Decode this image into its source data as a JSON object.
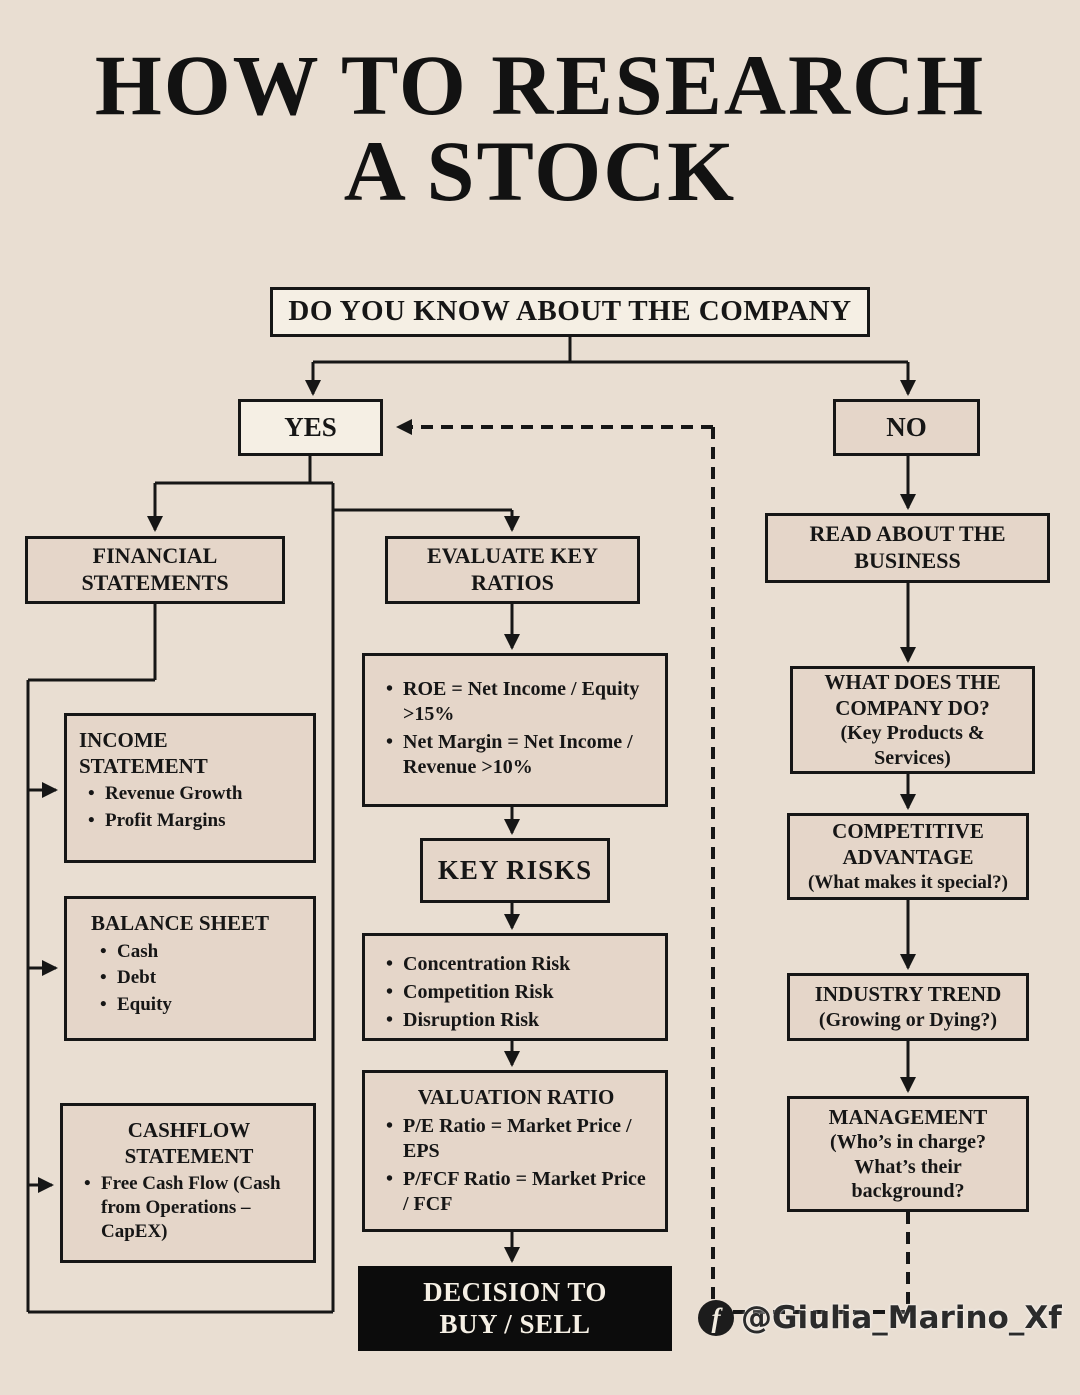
{
  "title": "HOW TO RESEARCH A STOCK",
  "question": {
    "label": "DO YOU KNOW ABOUT THE COMPANY"
  },
  "branches": {
    "yes": "YES",
    "no": "NO"
  },
  "left": {
    "financial_statements": "FINANCIAL STATEMENTS",
    "income_statement": {
      "title": "INCOME STATEMENT",
      "items": [
        "Revenue Growth",
        "Profit Margins"
      ]
    },
    "balance_sheet": {
      "title": "BALANCE SHEET",
      "items": [
        "Cash",
        "Debt",
        "Equity"
      ]
    },
    "cashflow_statement": {
      "title": "CASHFLOW STATEMENT",
      "items": [
        "Free Cash Flow (Cash from Operations – CapEX)"
      ]
    }
  },
  "middle": {
    "evaluate_key_ratios": "EVALUATE KEY RATIOS",
    "ratios": {
      "items": [
        "ROE = Net Income / Equity >15%",
        "Net Margin = Net Income / Revenue >10%"
      ]
    },
    "key_risks": "KEY RISKS",
    "risks": {
      "items": [
        "Concentration Risk",
        "Competition Risk",
        "Disruption Risk"
      ]
    },
    "valuation": {
      "title": "VALUATION RATIO",
      "items": [
        "P/E Ratio = Market Price / EPS",
        "P/FCF Ratio = Market Price / FCF"
      ]
    },
    "decision": "DECISION TO BUY / SELL"
  },
  "right": {
    "read_about": "READ ABOUT THE BUSINESS",
    "company_do": {
      "title": "WHAT DOES THE COMPANY DO?",
      "subtitle": "(Key Products & Services)"
    },
    "competitive": {
      "title": "COMPETITIVE ADVANTAGE",
      "subtitle": "(What makes it special?)"
    },
    "industry": {
      "title": "INDUSTRY TREND",
      "subtitle": "(Growing or Dying?)"
    },
    "management": {
      "title": "MANAGEMENT",
      "subtitle": "(Who’s in charge? What’s their background?"
    }
  },
  "watermark": {
    "icon": "f",
    "handle": "@Giulia_Marino_Xf"
  },
  "colors": {
    "background": "#e9ded2",
    "box_fill": "#e5d6c9",
    "light_fill": "#f5efe4",
    "line": "#161616",
    "decision_bg": "#0c0c0c",
    "decision_text": "#f5efe4"
  }
}
